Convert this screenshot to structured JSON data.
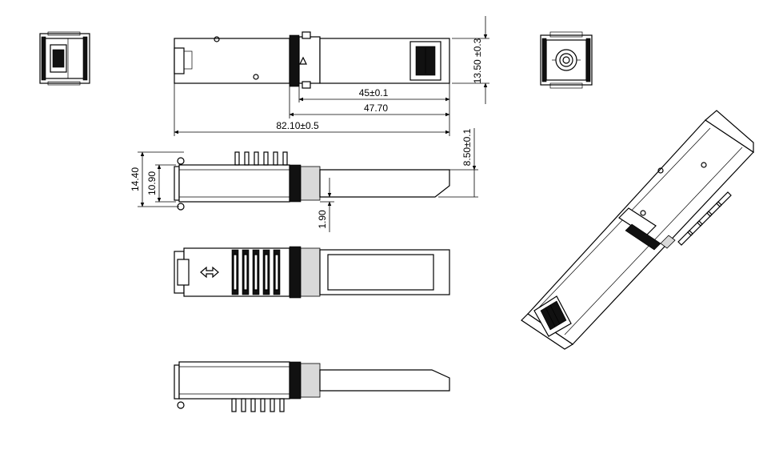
{
  "drawing": {
    "dimensions": {
      "height_13_50": "13.50 ±0.3",
      "length_45": "45±0.1",
      "length_47_70": "47.70",
      "length_82_10": "82.10±0.5",
      "height_8_50": "8.50±0.1",
      "height_14_40": "14.40",
      "height_10_90": "10.90",
      "thickness_1_90": "1.90"
    },
    "views": [
      "front-end-view",
      "top-view",
      "rear-end-view",
      "side-view",
      "bottom-view",
      "underside-side-view",
      "isometric-view"
    ]
  }
}
